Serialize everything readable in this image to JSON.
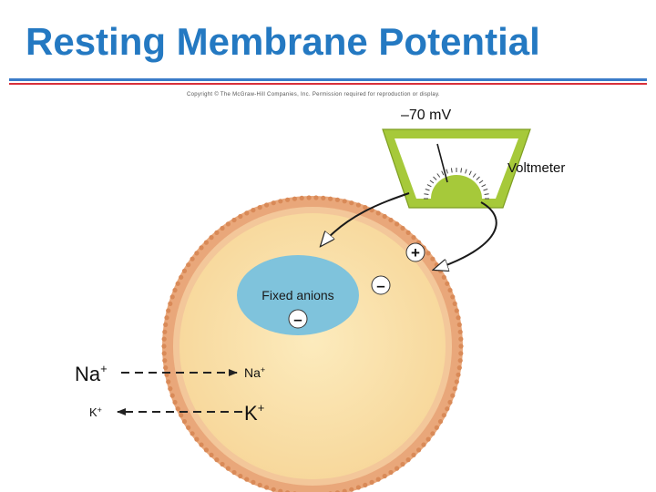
{
  "title": "Resting Membrane Potential",
  "copyright": "Copyright © The McGraw-Hill Companies, Inc. Permission required for reproduction or display.",
  "voltmeter": {
    "reading": "–70 mV",
    "label": "Voltmeter"
  },
  "cell": {
    "fixed_anions_label": "Fixed anions",
    "fixed_anions_sign": "–",
    "outside_sign": "–",
    "inside_sign": "+"
  },
  "ions": {
    "na_outside": "Na",
    "na_outside_charge": "+",
    "na_inside": "Na",
    "na_inside_charge": "+",
    "k_outside": "K",
    "k_outside_charge": "+",
    "k_inside": "K",
    "k_inside_charge": "+"
  },
  "colors": {
    "title": "#2479c2",
    "membrane": "#e8a878",
    "cytoplasm": "#fbe3a8",
    "anion_blob": "#7fc3dc",
    "voltmeter_frame": "#a6c93a",
    "voltmeter_face": "#ffffff"
  }
}
